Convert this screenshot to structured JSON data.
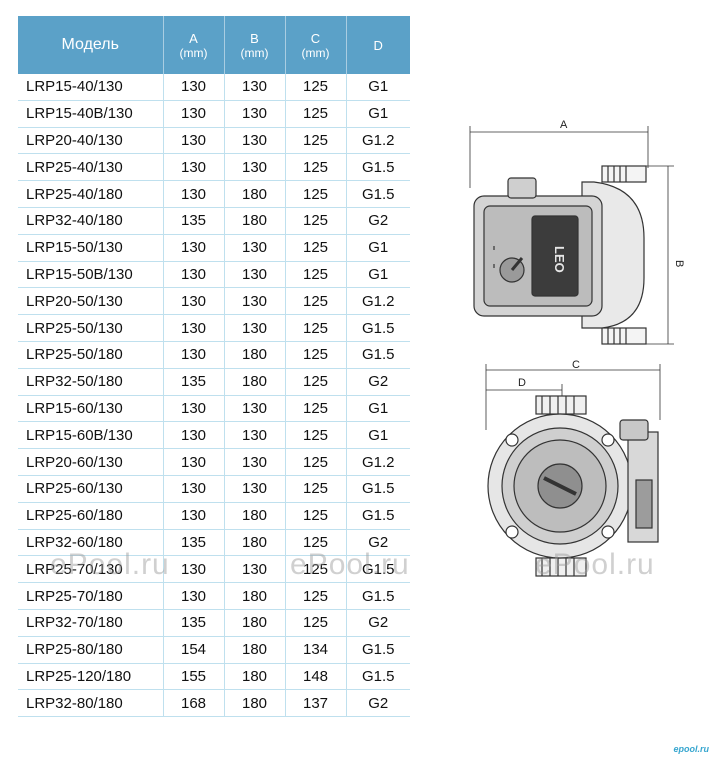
{
  "table": {
    "headers": [
      {
        "letter": "Модель",
        "unit": ""
      },
      {
        "letter": "A",
        "unit": "(mm)"
      },
      {
        "letter": "B",
        "unit": "(mm)"
      },
      {
        "letter": "C",
        "unit": "(mm)"
      },
      {
        "letter": "D",
        "unit": ""
      }
    ],
    "rows": [
      [
        "LRP15-40/130",
        "130",
        "130",
        "125",
        "G1"
      ],
      [
        "LRP15-40B/130",
        "130",
        "130",
        "125",
        "G1"
      ],
      [
        "LRP20-40/130",
        "130",
        "130",
        "125",
        "G1.2"
      ],
      [
        "LRP25-40/130",
        "130",
        "130",
        "125",
        "G1.5"
      ],
      [
        "LRP25-40/180",
        "130",
        "180",
        "125",
        "G1.5"
      ],
      [
        "LRP32-40/180",
        "135",
        "180",
        "125",
        "G2"
      ],
      [
        "LRP15-50/130",
        "130",
        "130",
        "125",
        "G1"
      ],
      [
        "LRP15-50B/130",
        "130",
        "130",
        "125",
        "G1"
      ],
      [
        "LRP20-50/130",
        "130",
        "130",
        "125",
        "G1.2"
      ],
      [
        "LRP25-50/130",
        "130",
        "130",
        "125",
        "G1.5"
      ],
      [
        "LRP25-50/180",
        "130",
        "180",
        "125",
        "G1.5"
      ],
      [
        "LRP32-50/180",
        "135",
        "180",
        "125",
        "G2"
      ],
      [
        "LRP15-60/130",
        "130",
        "130",
        "125",
        "G1"
      ],
      [
        "LRP15-60B/130",
        "130",
        "130",
        "125",
        "G1"
      ],
      [
        "LRP20-60/130",
        "130",
        "130",
        "125",
        "G1.2"
      ],
      [
        "LRP25-60/130",
        "130",
        "130",
        "125",
        "G1.5"
      ],
      [
        "LRP25-60/180",
        "130",
        "180",
        "125",
        "G1.5"
      ],
      [
        "LRP32-60/180",
        "135",
        "180",
        "125",
        "G2"
      ],
      [
        "LRP25-70/130",
        "130",
        "130",
        "125",
        "G1.5"
      ],
      [
        "LRP25-70/180",
        "130",
        "180",
        "125",
        "G1.5"
      ],
      [
        "LRP32-70/180",
        "135",
        "180",
        "125",
        "G2"
      ],
      [
        "LRP25-80/180",
        "154",
        "180",
        "134",
        "G1.5"
      ],
      [
        "LRP25-120/180",
        "155",
        "180",
        "148",
        "G1.5"
      ],
      [
        "LRP32-80/180",
        "168",
        "180",
        "137",
        "G2"
      ]
    ]
  },
  "drawing": {
    "dim_a": "A",
    "dim_b": "B",
    "dim_c": "C",
    "dim_d": "D",
    "brand": "LEO"
  },
  "watermarks": [
    "ePool.ru",
    "ePool.ru",
    "ePool.ru"
  ],
  "footer_logo": "epool.ru",
  "colors": {
    "header_bg": "#5ba1c8",
    "grid": "#bfe0ee"
  }
}
